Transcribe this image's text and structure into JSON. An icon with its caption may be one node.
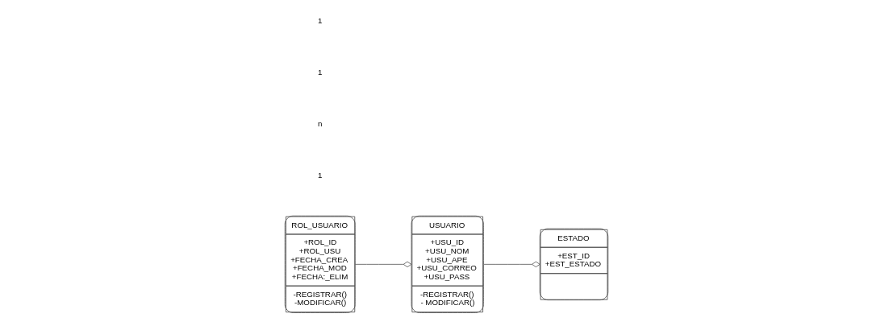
{
  "diagram": {
    "nodes": [
      {
        "text": [
          "USUARIO",
          "+USU_ID +USU_NOM +USU_APE +USU_CORREO +USU_PASS",
          "-REGISTRAR() - MODIFICAR()"
        ]
      },
      {
        "text": [
          "ROL_USUARIO",
          "+ROL_ID +ROL_USU +FECHA_CREA +FECHA_MOD +FECHA:_ELIM",
          "-REGISTRAR() -MODIFICAR()"
        ]
      },
      {
        "text": [
          "ESTADO",
          "+EST_ID +EST_ESTADO"
        ]
      }
    ],
    "edges": [
      {
        "from": 1,
        "to": 0,
        "arrow": "other"
      },
      {
        "from": 0,
        "to": 2,
        "arrow": "other"
      }
    ],
    "labels": [
      "1",
      "n",
      "1",
      "1"
    ]
  }
}
